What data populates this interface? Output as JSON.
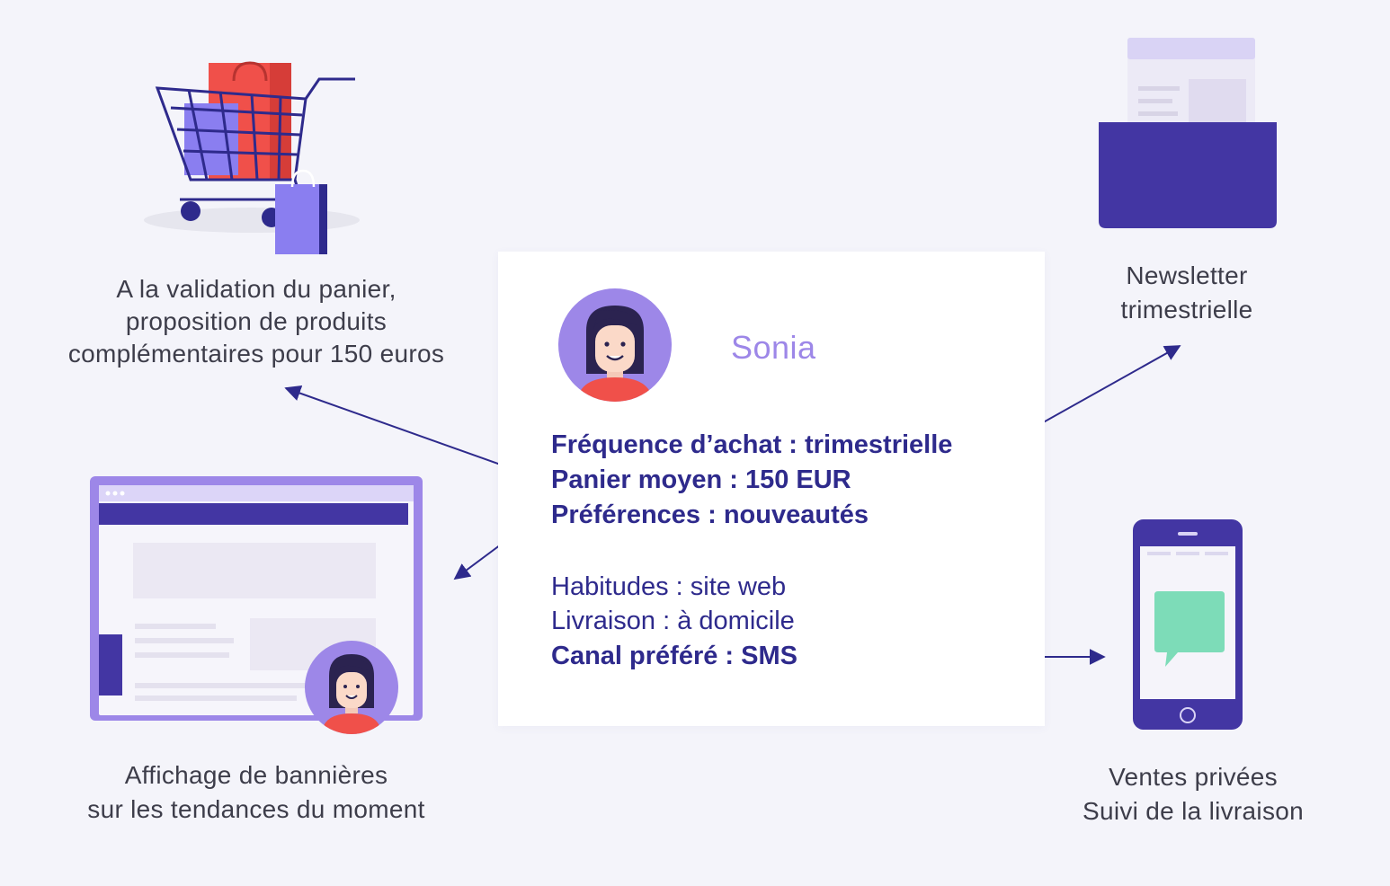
{
  "persona": {
    "name": "Sonia",
    "key_attributes": [
      "Fréquence d’achat : trimestrielle",
      "Panier moyen : 150 EUR",
      "Préférences : nouveautés"
    ],
    "other_attributes": [
      "Habitudes : site web",
      "Livraison : à domicile"
    ],
    "channel": "Canal préféré : SMS"
  },
  "actions": {
    "cart": {
      "lines": [
        "A la validation du panier,",
        "proposition de produits",
        "complémentaires pour 150 euros"
      ],
      "icon": "shopping-cart-icon"
    },
    "newsletter": {
      "lines": [
        "Newsletter",
        "trimestrielle"
      ],
      "icon": "newsletter-envelope-icon"
    },
    "banners": {
      "lines": [
        "Affichage de bannières",
        "sur les tendances du moment"
      ],
      "icon": "browser-window-icon"
    },
    "sms": {
      "lines": [
        "Ventes privées",
        "Suivi de la livraison"
      ],
      "icon": "smartphone-message-icon"
    }
  },
  "colors": {
    "accent_purple": "#9d87e8",
    "dark_indigo": "#2e2a8c",
    "deep_violet": "#4336a3",
    "red": "#f0504a",
    "mint": "#7ddcb8"
  }
}
